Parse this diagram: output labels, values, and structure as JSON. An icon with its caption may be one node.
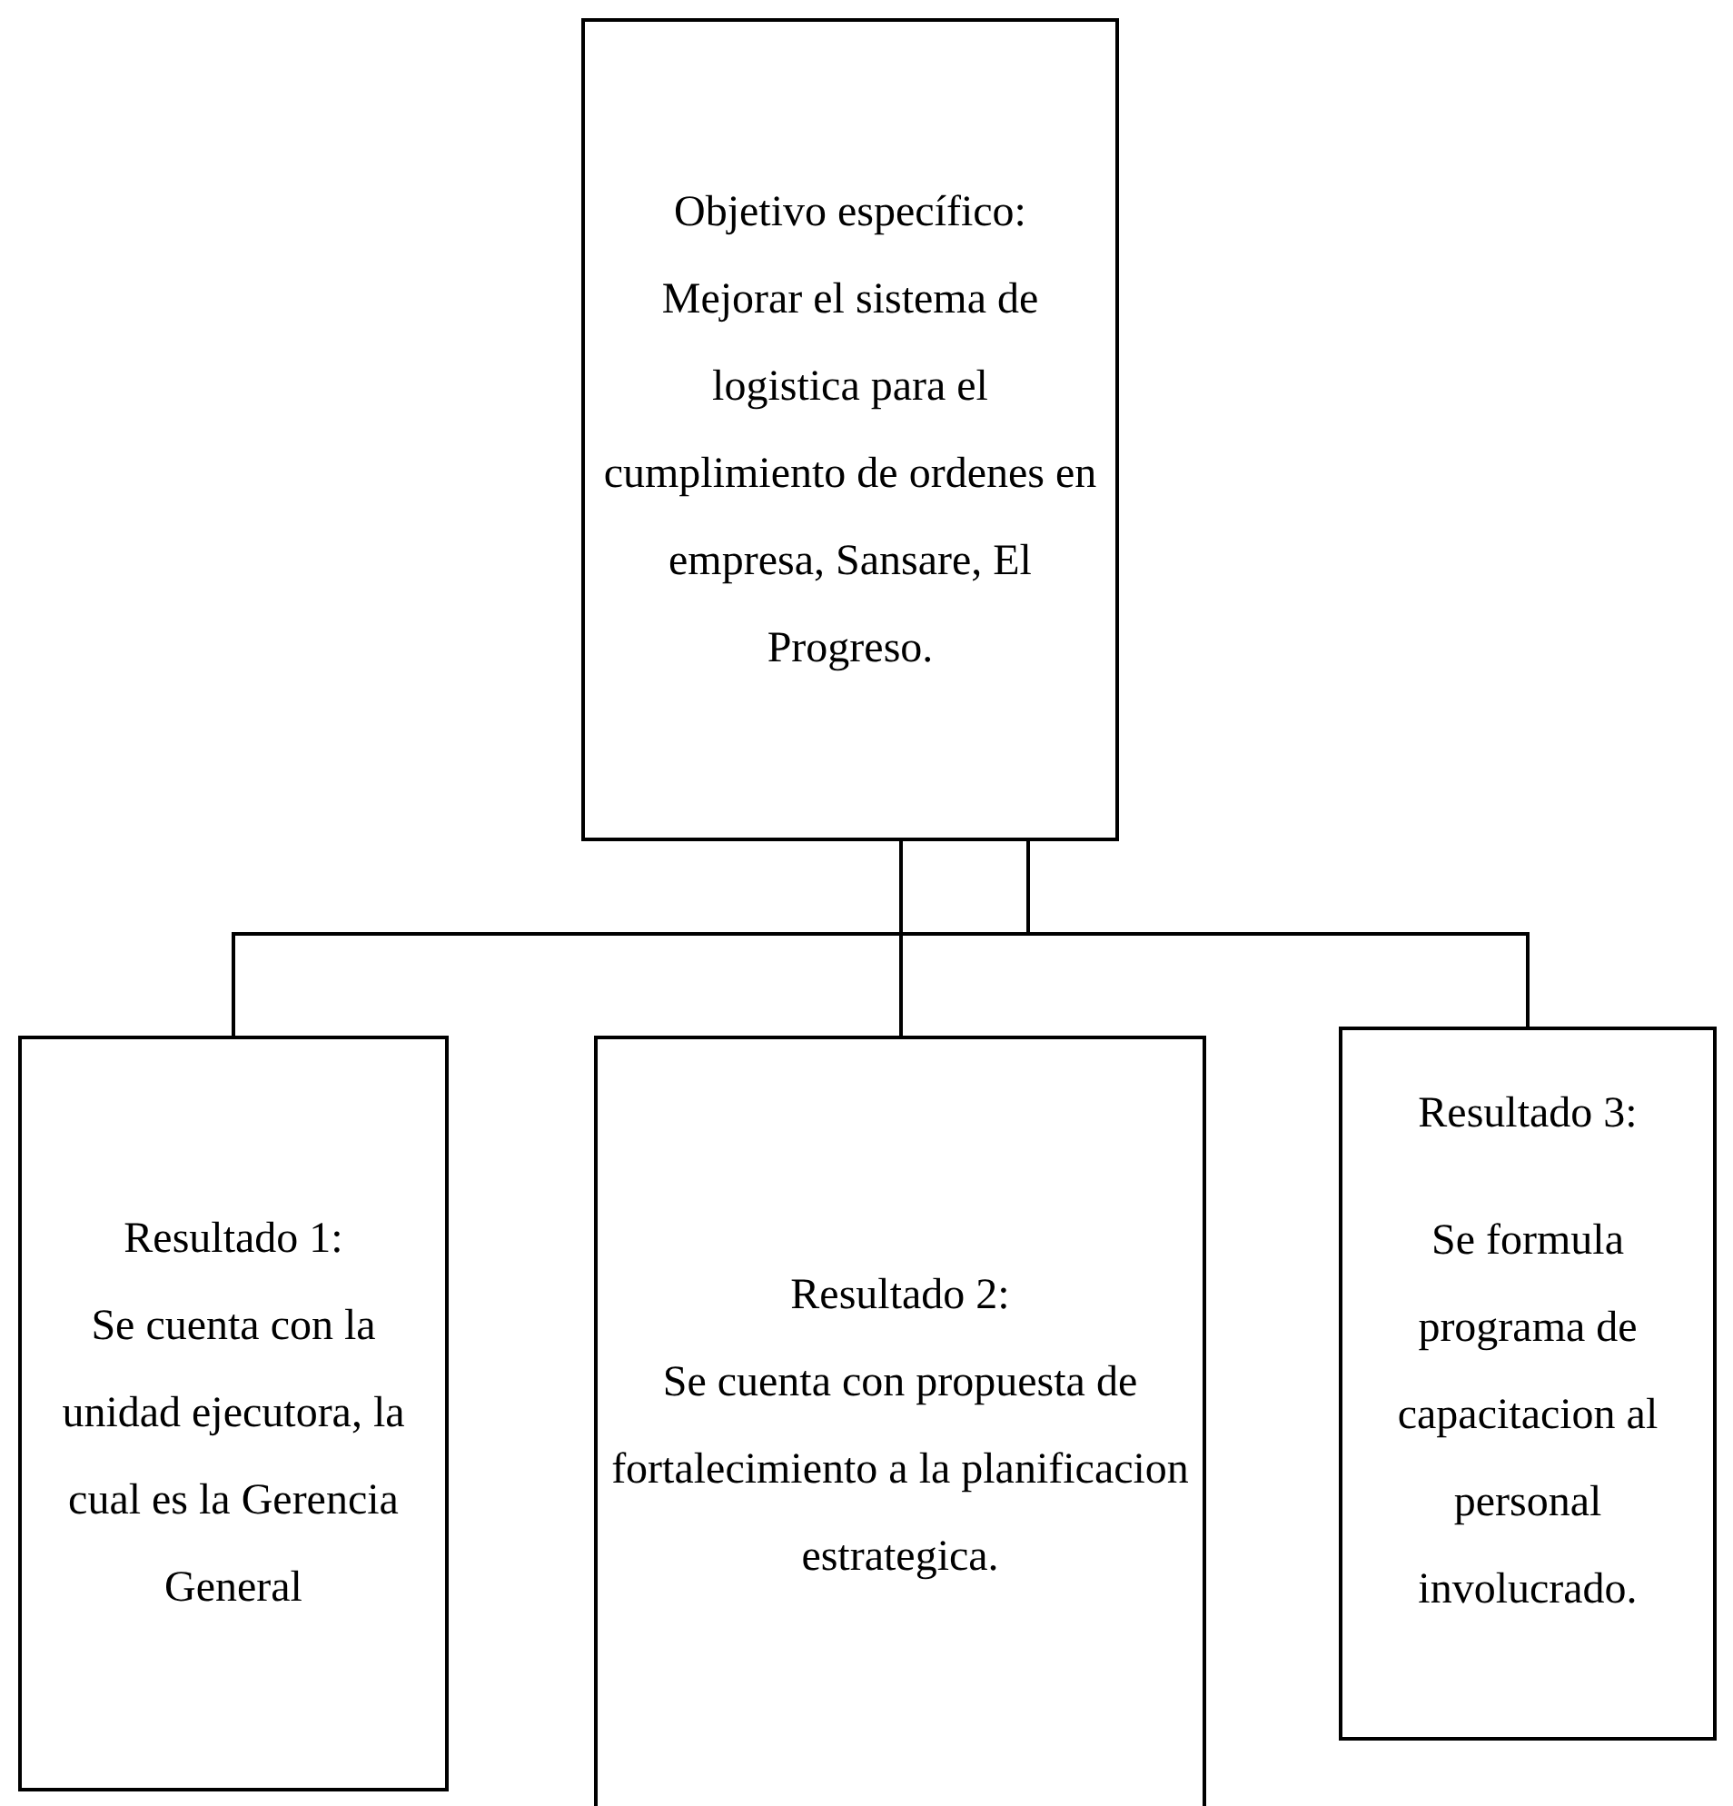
{
  "diagram": {
    "nodes": [
      {
        "text": [
          "Objetivo específico:",
          "Mejorar el sistema de logistica para el cumplimiento de ordenes en empresa, Sansare, El Progreso."
        ]
      },
      {
        "text": [
          "Resultado 1:",
          "Se cuenta con la unidad ejecutora, la cual es la Gerencia General"
        ]
      },
      {
        "text": [
          "Resultado 2:",
          "Se cuenta con propuesta de fortalecimiento a la planificacion estrategica."
        ]
      },
      {
        "text": [
          "Resultado 3:",
          "Se formula programa de capacitacion al personal involucrado."
        ]
      }
    ],
    "edges": [
      {
        "from": 0,
        "to": 1,
        "arrow": "none"
      },
      {
        "from": 0,
        "to": 2,
        "arrow": "none"
      },
      {
        "from": 0,
        "to": 3,
        "arrow": "none"
      }
    ]
  }
}
